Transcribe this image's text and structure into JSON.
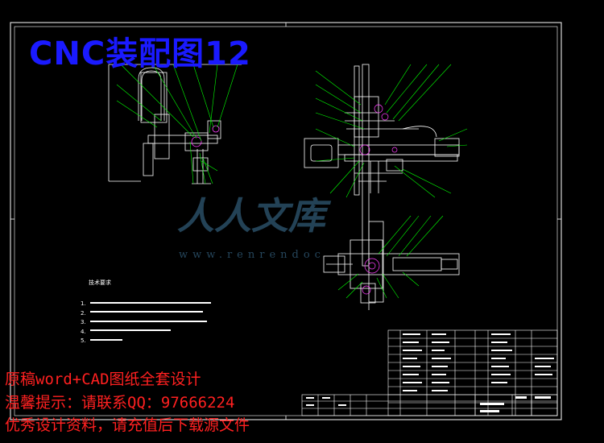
{
  "drawing": {
    "title": "CNC装配图12",
    "watermark": {
      "text": "人人文库",
      "url": "www.renrendoc"
    },
    "technical_requirements": {
      "heading": "技术要求",
      "items": [
        "1.",
        "2.",
        "3.",
        "4.",
        "5."
      ]
    }
  },
  "promo": {
    "line1": "原稿word+CAD图纸全套设计",
    "line2": "温馨提示：请联系QQ：97666224",
    "line3": "优秀设计资料，请充值后下载源文件"
  },
  "colors": {
    "background": "#000000",
    "title": "#1a1aff",
    "promo": "#ff2020",
    "linework": "#ffffff",
    "leaders": "#00ff00",
    "detail": "#ff40ff",
    "watermark": "#2a4e66"
  }
}
